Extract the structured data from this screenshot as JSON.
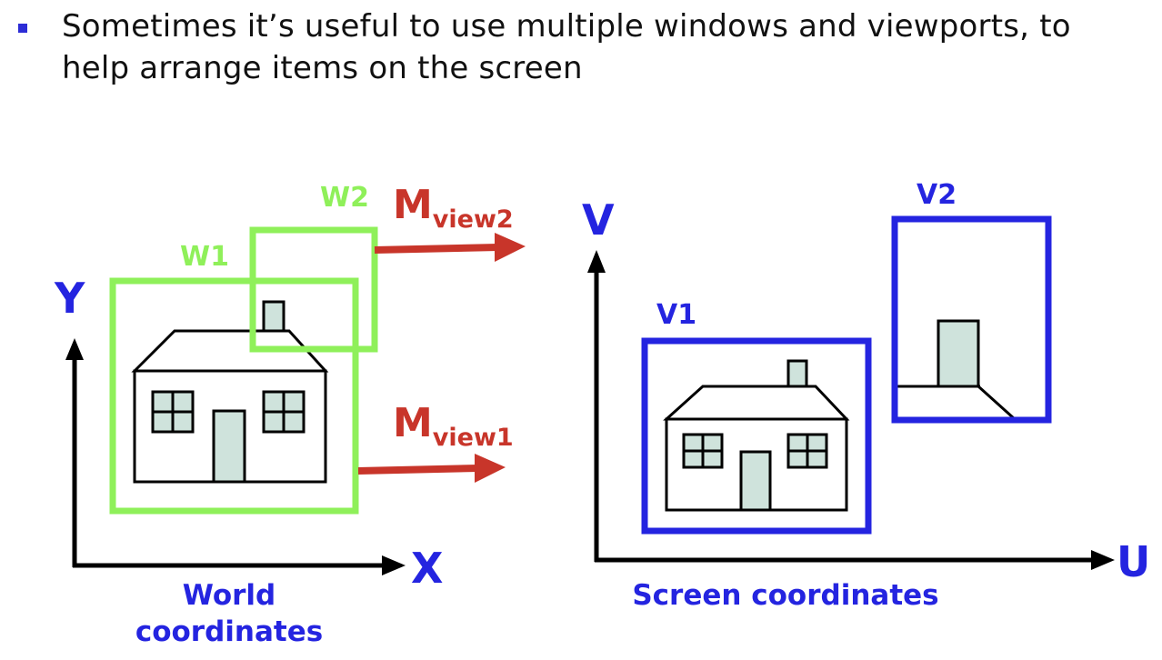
{
  "bullet": {
    "text": "Sometimes it’s useful to use multiple windows and viewports, to help arrange items on the screen"
  },
  "world": {
    "y_axis": "Y",
    "x_axis": "X",
    "caption_line1": "World",
    "caption_line2": "coordinates",
    "window1_label": "W1",
    "window2_label": "W2"
  },
  "transforms": {
    "m_view2_main": "M",
    "m_view2_sub": "view2",
    "m_view1_main": "M",
    "m_view1_sub": "view1"
  },
  "screen": {
    "v_axis": "V",
    "u_axis": "U",
    "caption": "Screen coordinates",
    "viewport1_label": "V1",
    "viewport2_label": "V2"
  },
  "colors": {
    "window_green": "#8ff05a",
    "viewport_blue": "#2424e0",
    "arrow_red": "#c8352a",
    "house_fill": "#cfe3dc",
    "axis_black": "#000000"
  }
}
